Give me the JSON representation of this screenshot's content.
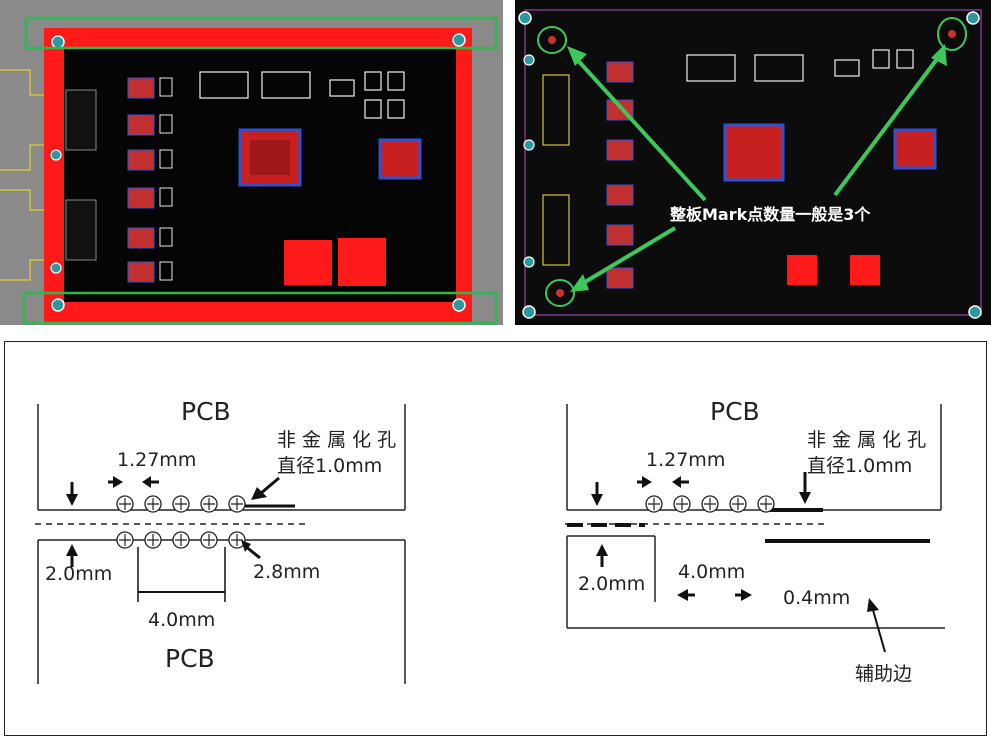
{
  "left_image": {
    "colors": {
      "board_bg": "#050505",
      "copper_red": "#ff1a1a",
      "highlight_green": "#2db84d",
      "hole_teal": "#2a9aa0"
    }
  },
  "right_image": {
    "annotation": "整板Mark点数量一般是3个",
    "colors": {
      "arrow_green": "#3cc85a",
      "board_bg": "#0a0a0a"
    }
  },
  "diagram_left": {
    "pcb_top": "PCB",
    "pcb_bottom": "PCB",
    "hole_type": "非 金 属 化 孔",
    "hole_diameter": "直径1.0mm",
    "pitch": "1.27mm",
    "edge_distance": "2.0mm",
    "hole_offset": "2.8mm",
    "span": "4.0mm"
  },
  "diagram_right": {
    "pcb_top": "PCB",
    "hole_type": "非 金 属 化 孔",
    "hole_diameter": "直径1.0mm",
    "pitch": "1.27mm",
    "edge_distance": "2.0mm",
    "span": "4.0mm",
    "gap": "0.4mm",
    "rail_label": "辅助边"
  }
}
